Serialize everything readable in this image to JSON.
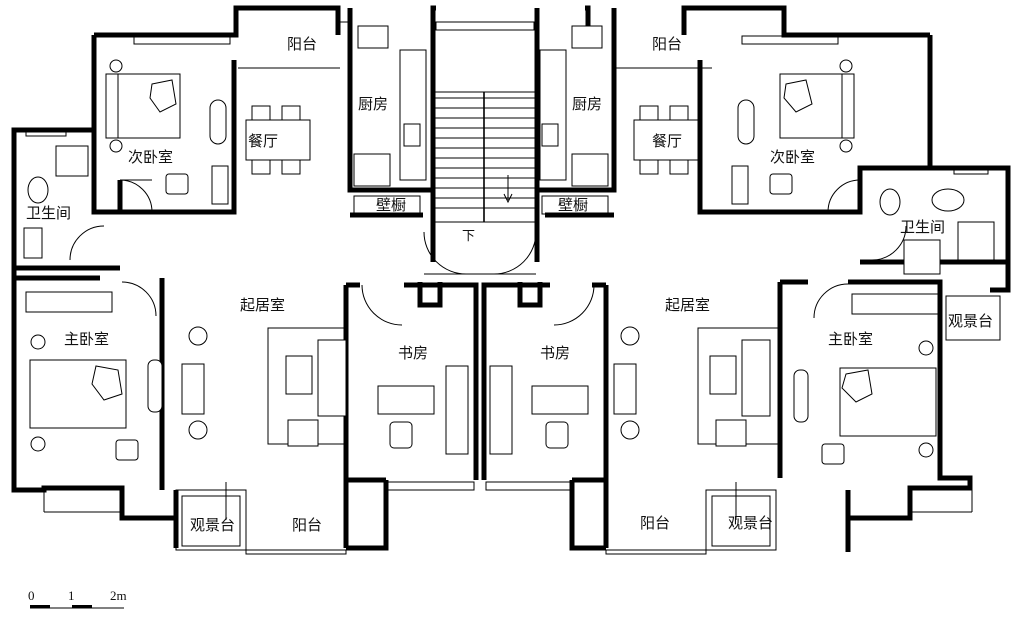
{
  "rooms": {
    "balcony_tl": "阳台",
    "balcony_tr": "阳台",
    "kitchen_l": "厨房",
    "kitchen_r": "厨房",
    "dining_l": "餐厅",
    "dining_r": "餐厅",
    "second_bed_l": "次卧室",
    "second_bed_r": "次卧室",
    "bath_l": "卫生间",
    "bath_r": "卫生间",
    "closet_l": "壁橱",
    "closet_r": "壁橱",
    "stair_down": "下",
    "living_l": "起居室",
    "living_r": "起居室",
    "study_l": "书房",
    "study_r": "书房",
    "master_l": "主卧室",
    "master_r": "主卧室",
    "view_deck_bl": "观景台",
    "view_deck_br": "观景台",
    "view_deck_r": "观景台",
    "balcony_bl": "阳台",
    "balcony_br": "阳台"
  },
  "scale": {
    "t0": "0",
    "t1": "1",
    "t2": "2m"
  }
}
